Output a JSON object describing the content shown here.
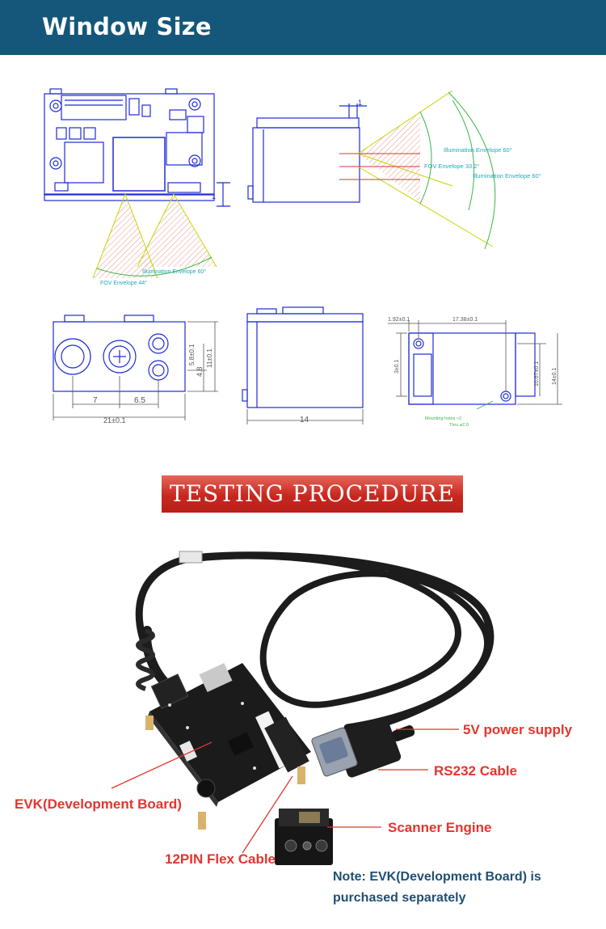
{
  "header": {
    "title": "Window Size"
  },
  "drawings": {
    "top_left": {
      "illumination_label": "Illumination Envelope 60°",
      "fov_label": "FOV Envelope 44°",
      "dim_label": "1"
    },
    "top_right": {
      "illum_top_label": "Illumination Envelope 60°",
      "fov_label": "FOV Envelope 33.2°",
      "illum_bottom_label": "Illumination Envelope 60°",
      "dim_label": "1"
    },
    "bottom_left": {
      "dim_7": "7",
      "dim_6_5": "6.5",
      "dim_total": "21±0.1",
      "dim_4_8": "4.8",
      "dim_right_1": "5.8±0.1",
      "dim_right_2": "11±0.1"
    },
    "bottom_mid": {
      "dim_14": "14"
    },
    "bottom_right": {
      "dim_top_left": "1.92±0.1",
      "dim_top_right": "17.38±0.1",
      "dim_left": "3±0.1",
      "dim_right_1": "10.67±0.1",
      "dim_right_2": "14±0.1",
      "note_1": "Mounting holes ×2",
      "note_2": "Thru ⌀2.0"
    }
  },
  "testing": {
    "banner": "TESTING PROCEDURE"
  },
  "labels": {
    "power": "5V power supply",
    "rs232": "RS232 Cable",
    "evk": "EVK(Development Board)",
    "engine": "Scanner Engine",
    "flex": "12PIN Flex Cable"
  },
  "note": {
    "line1": "Note: EVK(Development Board) is",
    "line2": "purchased separately"
  },
  "colors": {
    "header": "#14577a",
    "banner": "#c7281f",
    "label_red": "#e5352d",
    "note_blue": "#1f4f73",
    "drawing_blue": "#1f2bd6"
  }
}
